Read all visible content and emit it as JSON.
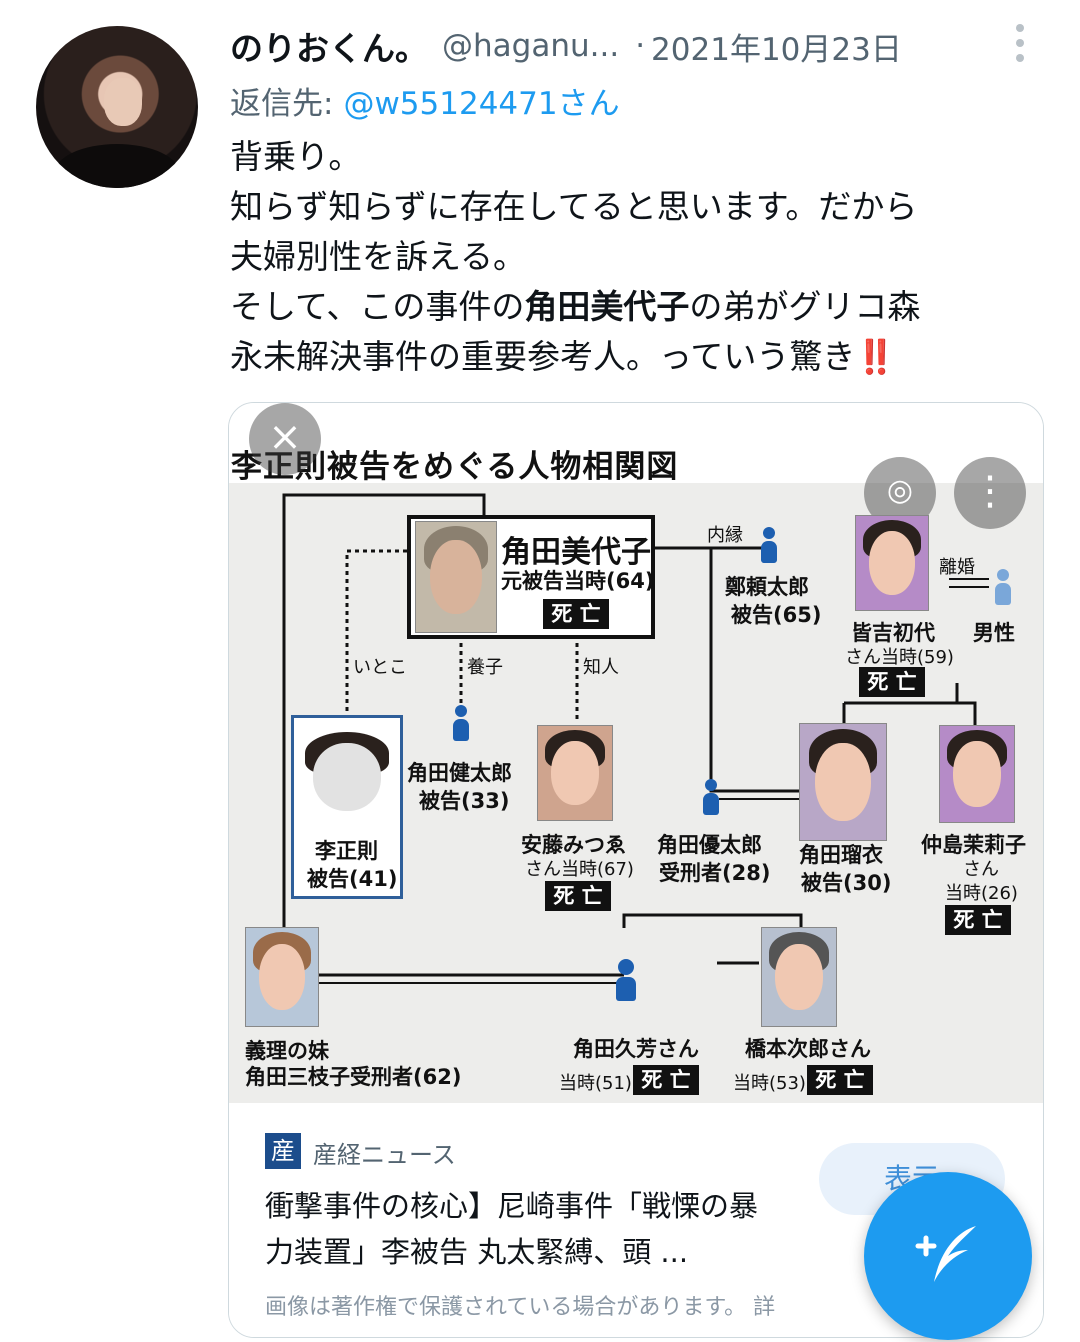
{
  "tweet": {
    "display_name": "のりおくん。",
    "handle": "@haganu...",
    "separator": "·",
    "date": "2021年10月23日",
    "reply_prefix": "返信先:",
    "reply_to": "@w55124471さん",
    "lines": [
      "背乗り。",
      "知らず知らずに存在してると思います。だから",
      "夫婦別性を訴える。"
    ],
    "line4_a": "そして、この事件の",
    "line4_bold": "角田美代子",
    "line4_b": "の弟がグリコ森",
    "line5": "永未解決事件の重要参考人。っていう驚き",
    "exclaim": "‼️"
  },
  "card": {
    "image_title": "李正則被告をめぐる人物相関図",
    "close_icon": "×",
    "menu_icon": "⋮",
    "diagram": {
      "miyoko_name": "角田美代子",
      "miyoko_sub": "元被告当時(64)",
      "dead": "死 亡",
      "naien": "内縁",
      "tei_name": "鄭頼太郎",
      "tei_sub": "被告(65)",
      "rikon": "離婚",
      "dansei": "男性",
      "minayoshi_name": "皆吉初代",
      "minayoshi_sub": "さん当時(59)",
      "itoko": "いとこ",
      "yoshi": "養子",
      "chijin": "知人",
      "kentaro_name": "角田健太郎",
      "kentaro_sub": "被告(33)",
      "ri_name": "李正則",
      "ri_sub": "被告(41)",
      "ando_name": "安藤みつゑ",
      "ando_sub": "さん当時(67)",
      "yutaro_name": "角田優太郎",
      "yutaro_sub": "受刑者(28)",
      "rui_name": "角田瑠衣",
      "rui_sub": "被告(30)",
      "nakashima_name": "仲島茉莉子",
      "nakashima_sub1": "さん",
      "nakashima_sub2": "当時(26)",
      "mieko_label": "義理の妹",
      "mieko_name": "角田三枝子受刑者(62)",
      "hisayoshi_name": "角田久芳さん",
      "hisayoshi_sub": "当時(51)",
      "hashimoto_name": "橋本次郎さん",
      "hashimoto_sub": "当時(53)"
    },
    "source_icon": "産",
    "source_name": "産経ニュース",
    "desc_line1": "衝撃事件の核心】尼崎事件「戦慄の暴",
    "desc_line2": "力装置」李被告 丸太緊縛、頭 ...",
    "show_button": "表示",
    "copyright": "画像は著作権で保護されている場合があります。 詳"
  },
  "colors": {
    "link": "#1d9bf0",
    "secondary": "#536471",
    "alert": "#d72630"
  },
  "icons": {
    "fab": "compose-tweet-icon",
    "more": "more-vertical-icon",
    "lens": "lens-search-icon"
  }
}
